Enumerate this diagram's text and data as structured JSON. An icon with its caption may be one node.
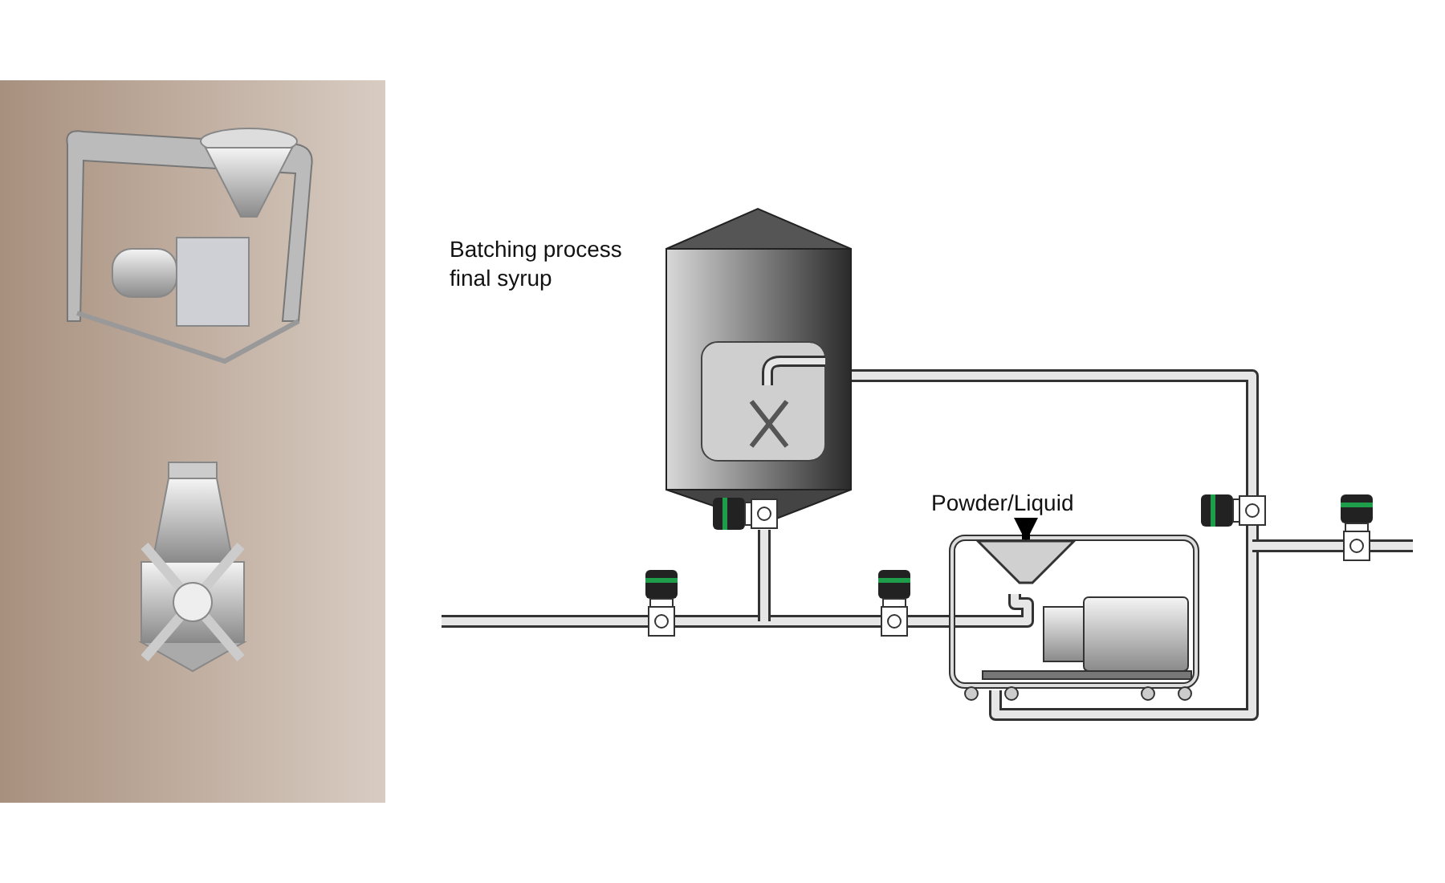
{
  "diagram": {
    "nodes": [
      {
        "text": [
          "Powder/Liquid"
        ]
      },
      {
        "text": [],
        "shape": "picture"
      }
    ],
    "edges": [
      {
        "from": 0,
        "to": 1,
        "arrow": "to"
      }
    ],
    "labels": [
      "Batching process final syrup"
    ]
  }
}
